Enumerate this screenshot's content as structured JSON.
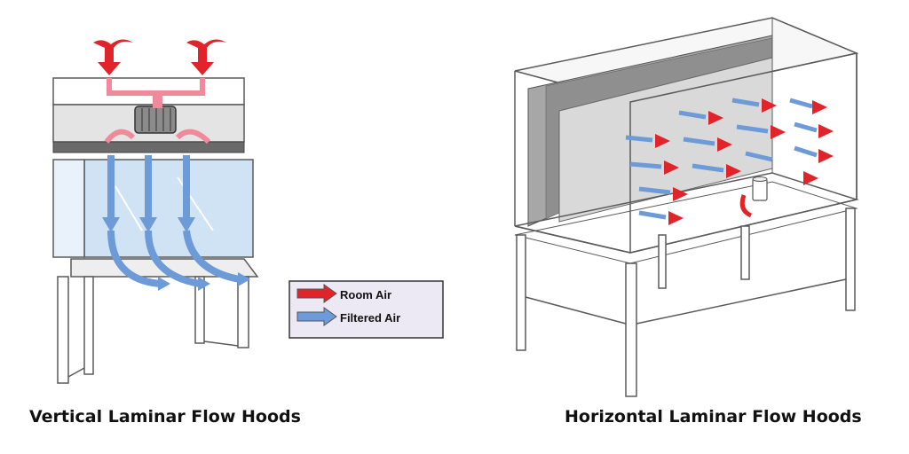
{
  "captions": {
    "vertical": "Vertical Laminar Flow Hoods",
    "horizontal": "Horizontal Laminar Flow Hoods"
  },
  "legend": {
    "room_air": "Room Air",
    "filtered_air": "Filtered Air"
  },
  "colors": {
    "room_air": "#e0242a",
    "room_air_light": "#f08a9a",
    "filtered_air": "#6c9bd8",
    "glass": "#cfe3f5",
    "filter_block": "#a7a7a7",
    "outline": "#5a5a5a",
    "legend_bg": "#ece8f4"
  },
  "icons": {
    "fan": "fan-icon",
    "beaker": "beaker-icon"
  }
}
